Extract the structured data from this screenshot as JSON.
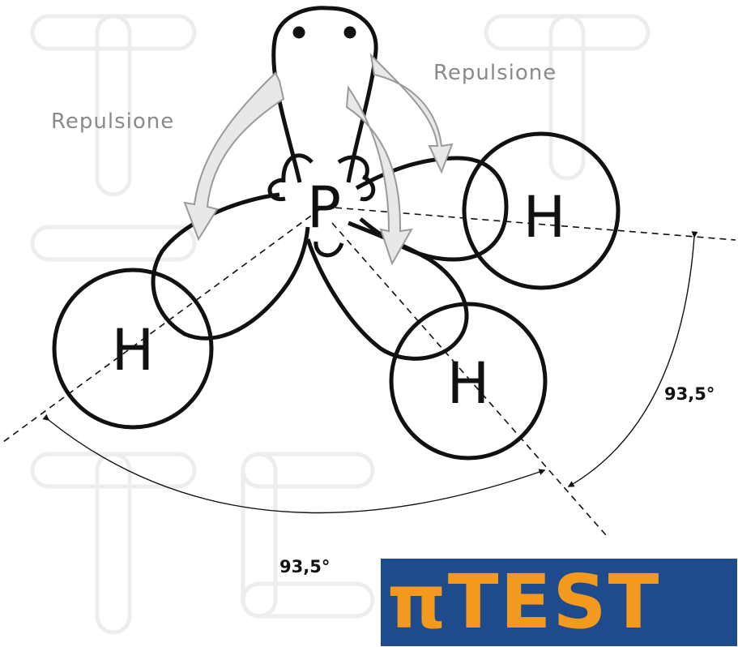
{
  "diagram": {
    "central_atom": "P",
    "hydrogen_labels": [
      "H",
      "H",
      "H"
    ],
    "repulsion_labels": [
      "Repulsione",
      "Repulsione"
    ],
    "angle_labels": [
      "93,5°",
      "93,5°"
    ],
    "colors": {
      "outline": "#111111",
      "repulsion_text": "#8a8a8a",
      "arrow_fill": "#e8e8e8",
      "arrow_stroke": "#9a9a9a",
      "logo_background": "#1d4b8c",
      "logo_text": "#f39a1e"
    }
  },
  "logo": {
    "text": "πTEST"
  }
}
